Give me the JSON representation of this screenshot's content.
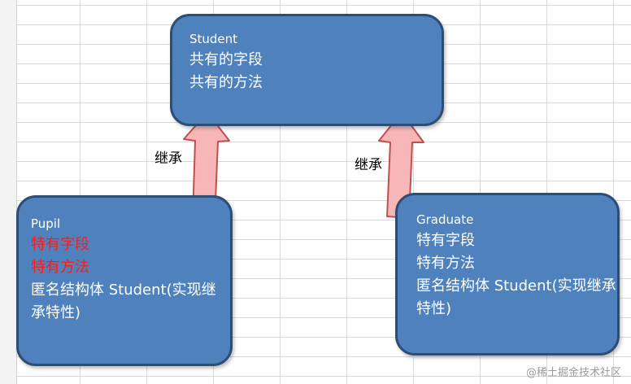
{
  "diagram": {
    "parent": {
      "title": "Student",
      "lines": [
        "共有的字段",
        "共有的方法"
      ]
    },
    "left_child": {
      "title": "Pupil",
      "lines": [
        "特有字段",
        "特有方法"
      ],
      "note": " 匿名结构体 Student(实现继承特性)"
    },
    "right_child": {
      "title": "Graduate",
      "lines": [
        "特有字段",
        "特有方法"
      ],
      "note": "匿名结构体 Student(实现继承特性)"
    },
    "edges": [
      {
        "label": "继承",
        "from": "Pupil",
        "to": "Student"
      },
      {
        "label": "继承",
        "from": "Graduate",
        "to": "Student"
      }
    ]
  },
  "colors": {
    "box_fill": "#4f81bd",
    "box_border": "#2c4d75",
    "arrow_fill": "#f7b7b9",
    "arrow_stroke": "#c0504d",
    "highlight_text": "#ff1a1a"
  },
  "watermark": "@稀土掘金技术社区"
}
